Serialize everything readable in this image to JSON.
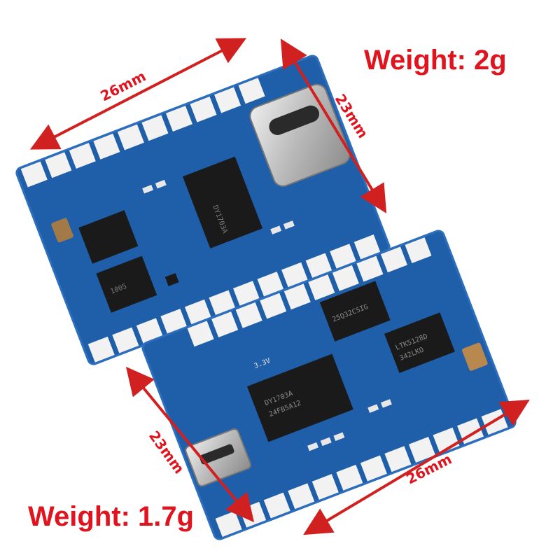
{
  "labels": {
    "weight_top": "Weight: 2g",
    "weight_bottom": "Weight: 1.7g",
    "dim_top_width": "26mm",
    "dim_top_height": "23mm",
    "dim_bottom_height": "23mm",
    "dim_bottom_width": "26mm"
  },
  "chips": {
    "top_board_chip": "DY1703A",
    "top_board_chip2": "1005",
    "bottom_main_chip": "DY1703A",
    "bottom_main_chip_line2": "24FB5A12",
    "bottom_flash_chip": "25Q32CSIG",
    "bottom_amp_chip": "LTK5128D",
    "bottom_amp_chip_line2": "342LKO",
    "bottom_silk": "3.3V"
  },
  "colors": {
    "label_red": "#e0141e",
    "arrow_red": "#d02020",
    "pcb_blue": "#1f5ea8",
    "pcb_edge": "#2d6fbd",
    "chip_black": "#1a1a1a",
    "pad_white": "#f2f2f2",
    "connector_silver": "#c8c8c8"
  }
}
